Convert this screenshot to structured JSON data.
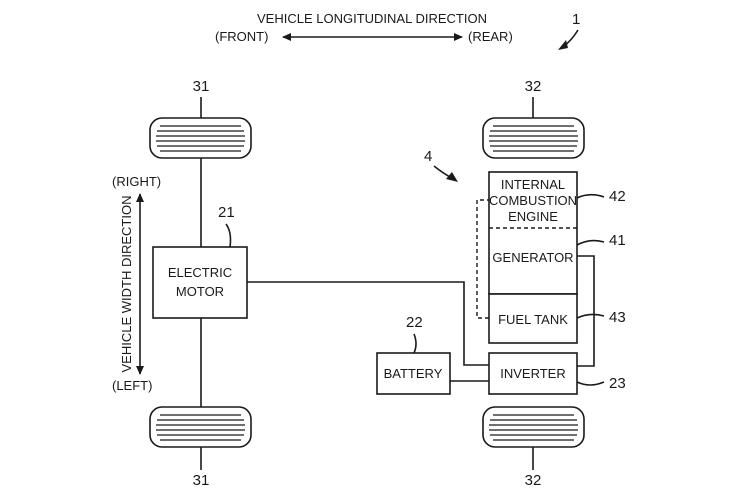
{
  "header": {
    "longitudinal_title": "VEHICLE LONGITUDINAL DIRECTION",
    "front": "(FRONT)",
    "rear": "(REAR)",
    "figure_ref": "1"
  },
  "side": {
    "width_title": "VEHICLE WIDTH DIRECTION",
    "right": "(RIGHT)",
    "left": "(LEFT)"
  },
  "wheels": {
    "front_ref": "31",
    "rear_ref": "32"
  },
  "motor": {
    "line1": "ELECTRIC",
    "line2": "MOTOR",
    "ref": "21"
  },
  "battery": {
    "label": "BATTERY",
    "ref": "22"
  },
  "inverter": {
    "label": "INVERTER",
    "ref": "23"
  },
  "generator_unit": {
    "ref": "4"
  },
  "engine": {
    "line1": "INTERNAL",
    "line2": "COMBUSTION",
    "line3": "ENGINE",
    "ref": "42"
  },
  "generator": {
    "label": "GENERATOR",
    "ref": "41"
  },
  "fuel_tank": {
    "label": "FUEL TANK",
    "ref": "43"
  }
}
